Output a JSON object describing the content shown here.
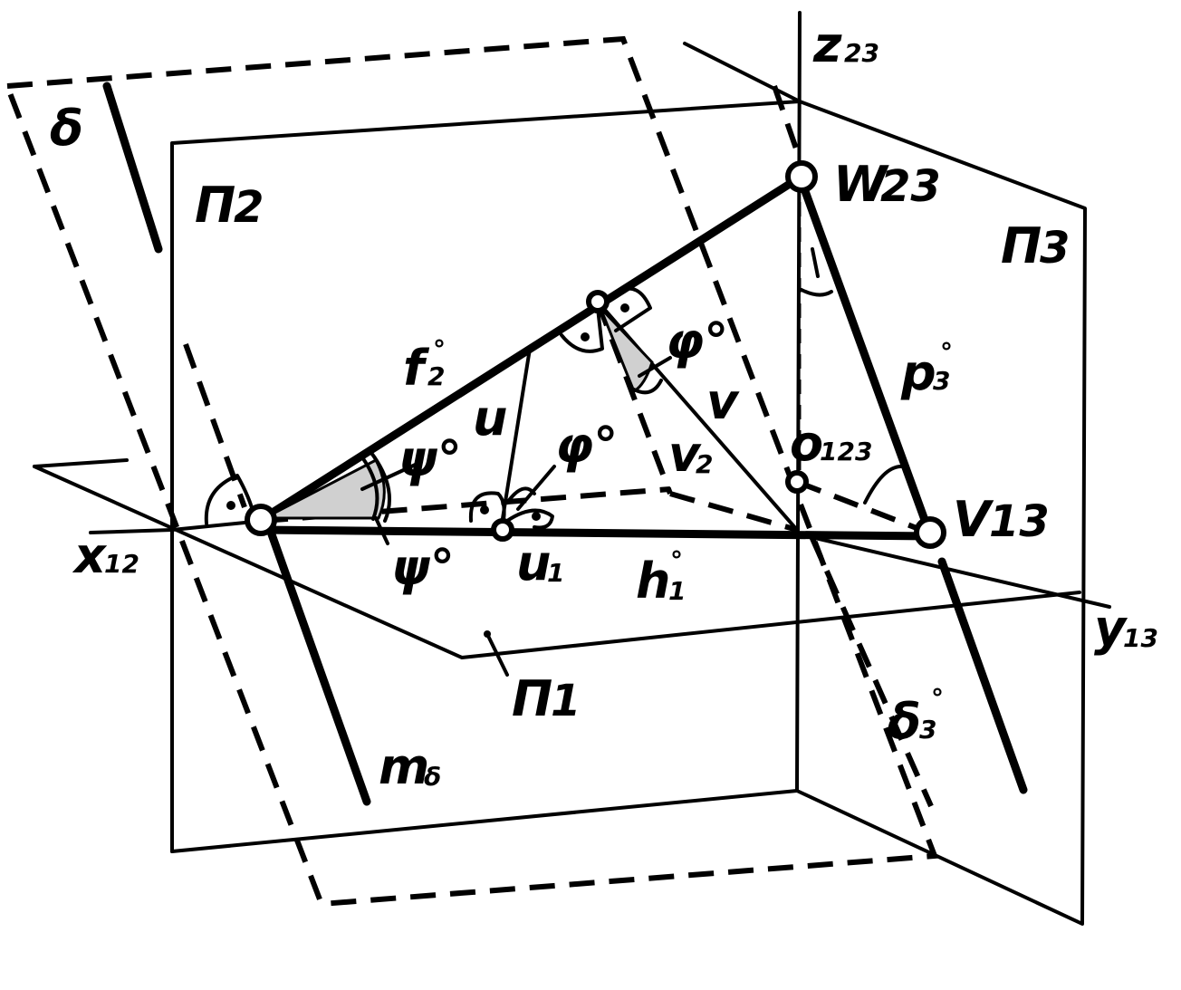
{
  "labels": {
    "delta": "δ",
    "pi2": "П",
    "pi2_sub": "2",
    "pi3": "П",
    "pi3_sub": "3",
    "pi1": "П",
    "pi1_sub": "1",
    "z23": "z",
    "z23_sub": "23",
    "w23": "W",
    "w23_sub": "23",
    "f2": "f",
    "f2_sub": "2",
    "f2_sup": "°",
    "u": "u",
    "psi_top": "ψ°",
    "psi_bottom": "ψ°",
    "phi_top": "φ°",
    "phi_mid": "φ°",
    "v": "v",
    "v2": "v",
    "v2_sub": "2",
    "p3": "p",
    "p3_sub": "3",
    "p3_sup": "°",
    "o123": "o",
    "o123_sub": "123",
    "v13": "V",
    "v13_sub": "13",
    "x12": "x",
    "x12_sub": "12",
    "u1": "u",
    "u1_sub": "1",
    "h1": "h",
    "h1_sub": "1",
    "h1_sup": "°",
    "y13": "y",
    "y13_sub": "13",
    "delta3": "δ",
    "delta3_sub": "3",
    "delta3_sup": "°",
    "m_delta": "m",
    "m_delta_sub": "δ"
  }
}
